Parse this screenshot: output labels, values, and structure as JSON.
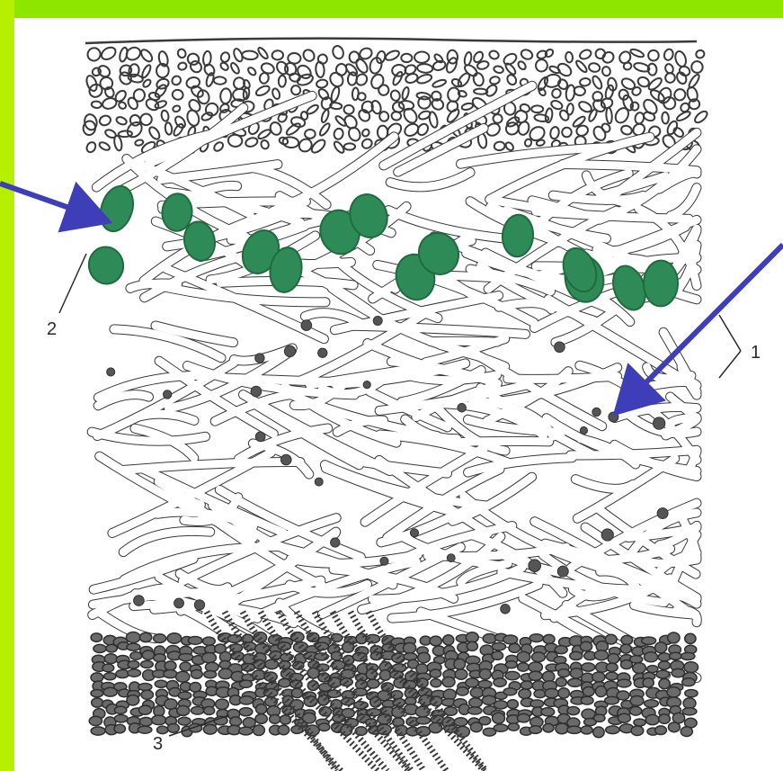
{
  "colors": {
    "frame_left": "#b6f000",
    "frame_top": "#8ee600",
    "arrow": "#3e3fb8",
    "algae_fill": "#2e8b57",
    "algae_dark": "#1f6b3e",
    "ink": "#3a3a3a",
    "paper": "#ffffff"
  },
  "labels": {
    "hyphae_layer": "1",
    "algal_cell": "2",
    "rhizines": "3"
  },
  "icons": [
    "arrow-left-pointer-icon",
    "arrow-right-pointer-icon"
  ]
}
